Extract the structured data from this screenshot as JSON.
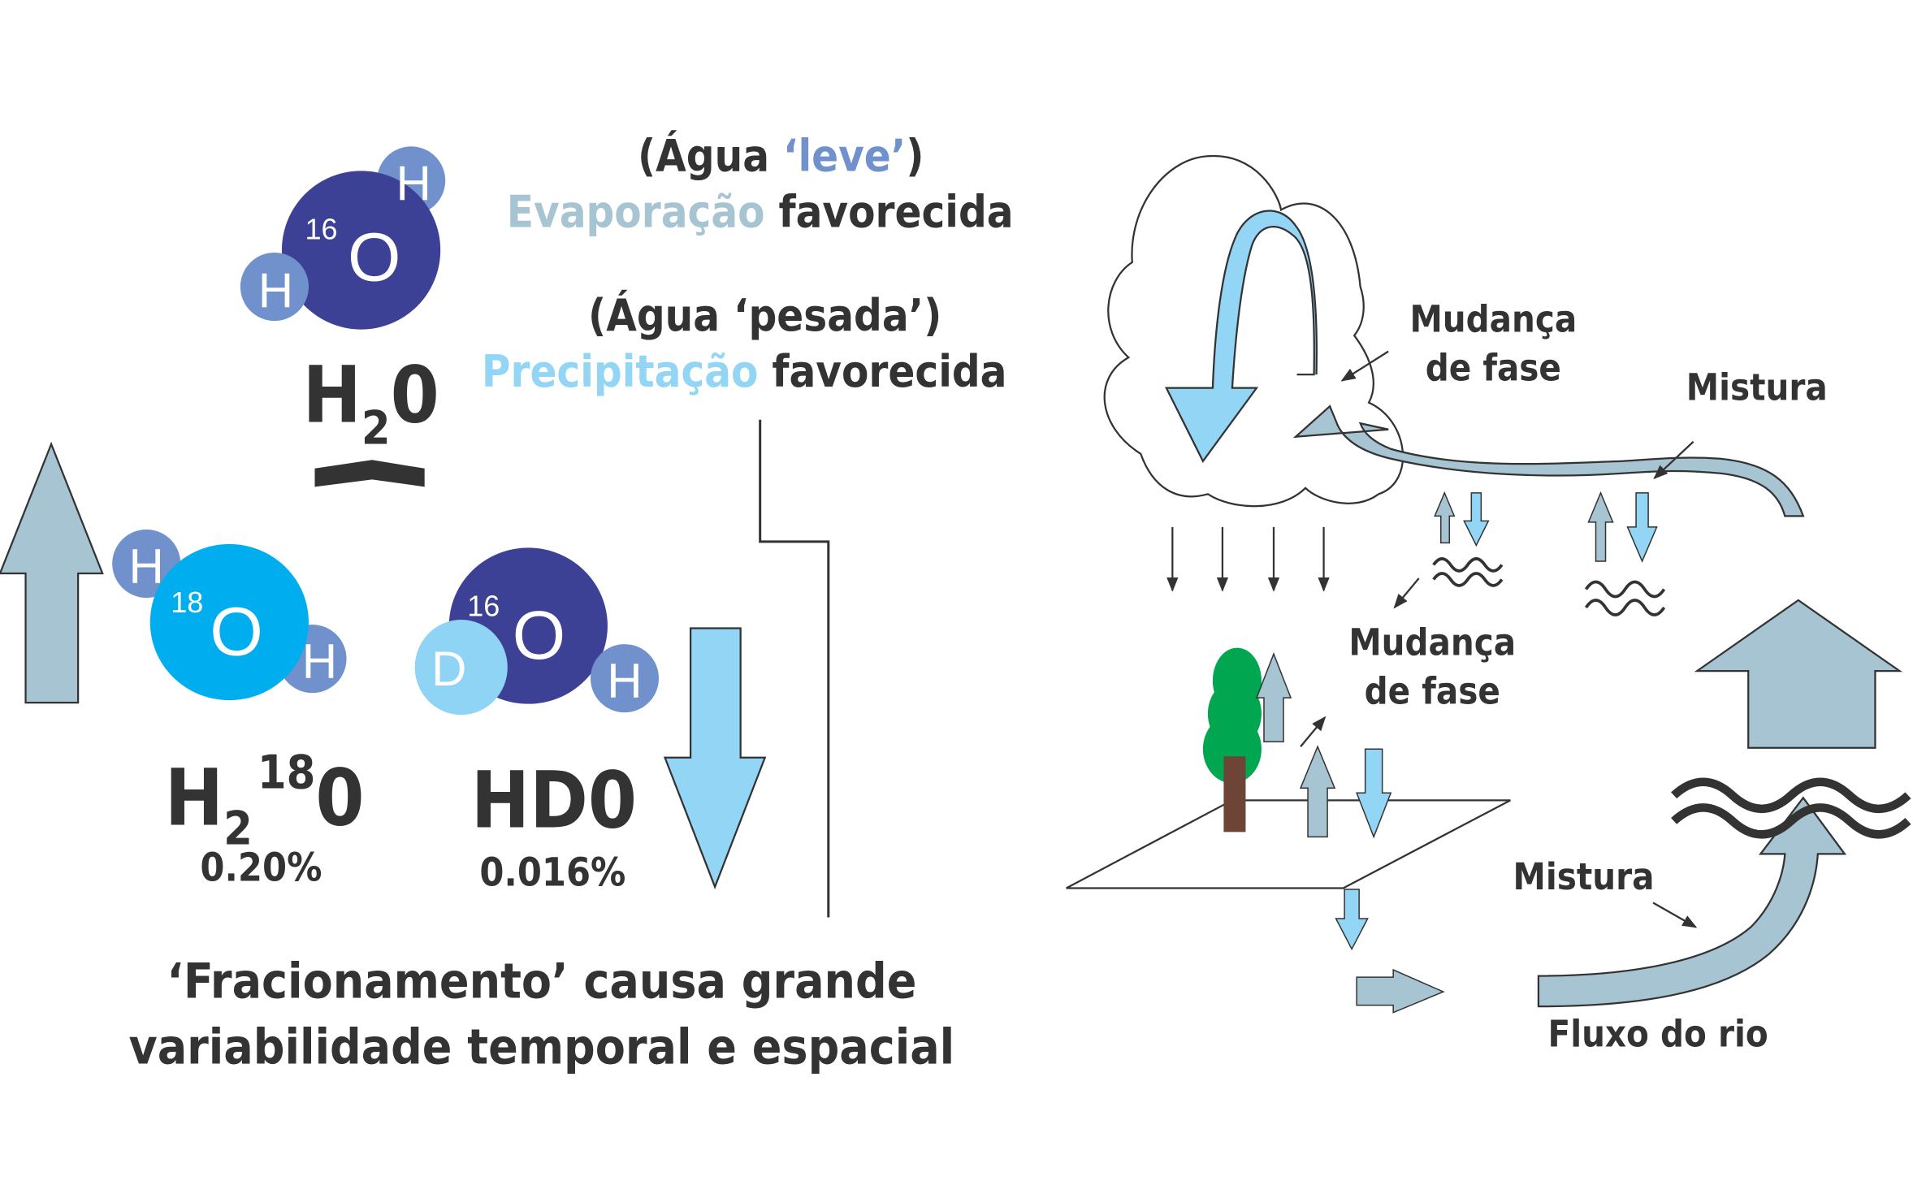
{
  "colors": {
    "text_dark": "#333333",
    "oxygen16": "#3d4195",
    "oxygen18": "#00aeef",
    "hydrogen": "#7191cc",
    "deuterium": "#8fd3f5",
    "light_blue_arrow": "#92d5f4",
    "grey_blue_arrow": "#a7c4d3",
    "leve_accent": "#7191cc",
    "evaporacao_accent": "#a7c4d3",
    "precipitacao_accent": "#92d5f4",
    "tree_green": "#00a650",
    "trunk_brown": "#6d4436"
  },
  "left": {
    "light_water": {
      "label_open": "(Água ",
      "label_accent": "‘leve’",
      "label_close": ")",
      "process_accent": "Evaporação",
      "process_rest": " favorecida"
    },
    "heavy_water": {
      "label": "(Água ‘pesada’)",
      "process_accent": "Precipitação",
      "process_rest": " favorecida"
    },
    "molecules": {
      "h2o": {
        "o_mass": "16",
        "o": "O",
        "h": "H",
        "formula_h": "H",
        "formula_sub": "2",
        "formula_o": "0"
      },
      "h2o18": {
        "o_mass": "18",
        "o": "O",
        "h": "H",
        "formula_h": "H",
        "formula_sub": "2",
        "formula_sup": "18",
        "formula_o": "0",
        "abundance": "0.20%"
      },
      "hdo": {
        "o_mass": "16",
        "o": "O",
        "h": "H",
        "d": "D",
        "formula": "HD0",
        "abundance": "0.016%"
      }
    },
    "conclusion": {
      "line1": "‘Fracionamento’ causa grande",
      "line2": "variabilidade temporal e espacial"
    }
  },
  "right": {
    "labels": {
      "phase_change_cloud_1": "Mudança",
      "phase_change_cloud_2": "de fase",
      "mixing_top": "Mistura",
      "phase_change_land_1": "Mudança",
      "phase_change_land_2": "de fase",
      "mixing_bottom": "Mistura",
      "river_flow": "Fluxo do rio"
    }
  }
}
